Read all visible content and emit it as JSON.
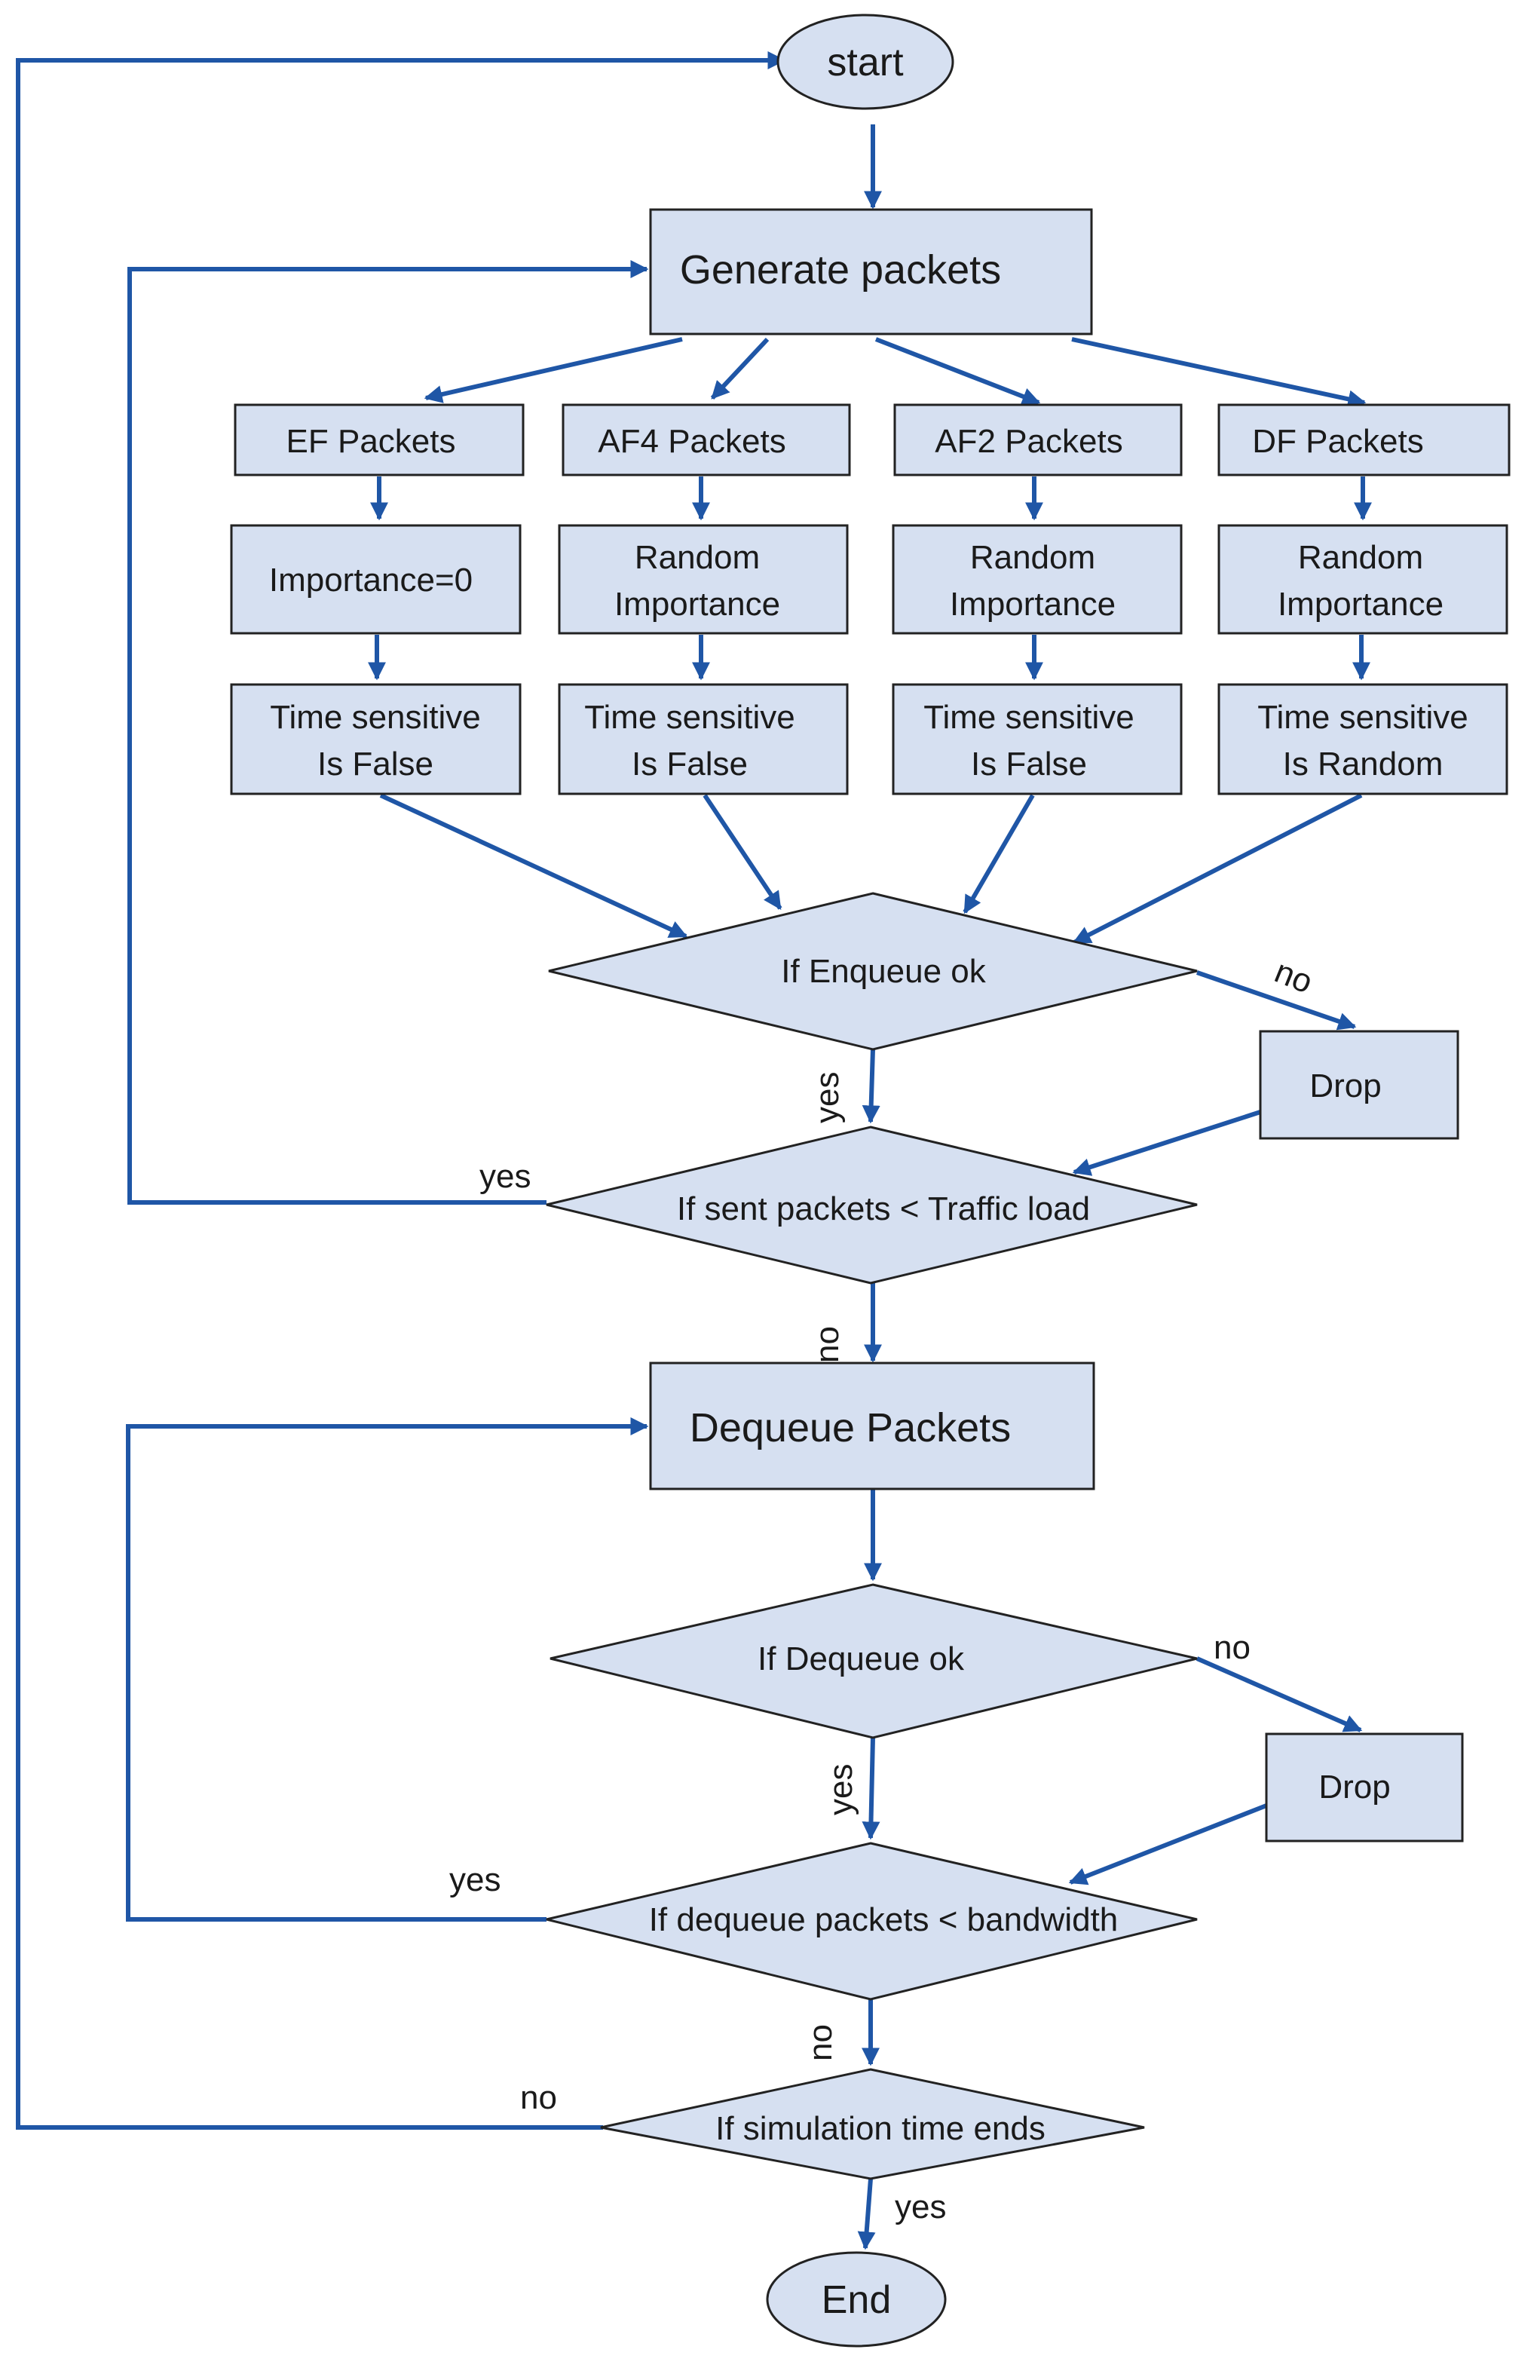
{
  "diagram": {
    "start": "start",
    "end": "End",
    "generate": "Generate packets",
    "columns": [
      {
        "packets": "EF Packets",
        "importance": [
          "Importance=0"
        ],
        "time": [
          "Time sensitive",
          "Is False"
        ]
      },
      {
        "packets": "AF4 Packets",
        "importance": [
          "Random",
          "Importance"
        ],
        "time": [
          "Time sensitive",
          "Is False"
        ]
      },
      {
        "packets": "AF2 Packets",
        "importance": [
          "Random",
          "Importance"
        ],
        "time": [
          "Time sensitive",
          "Is False"
        ]
      },
      {
        "packets": "DF Packets",
        "importance": [
          "Random",
          "Importance"
        ],
        "time": [
          "Time sensitive",
          "Is Random"
        ]
      }
    ],
    "enqueue_check": "If Enqueue ok",
    "drop": "Drop",
    "sent_check": "If sent packets < Traffic load",
    "dequeue": "Dequeue Packets",
    "dequeue_check": "If Dequeue ok",
    "bandwidth_check": "If dequeue packets < bandwidth",
    "simulation_check": "If simulation time ends",
    "edge_labels": {
      "yes": "yes",
      "no": "no"
    }
  },
  "colors": {
    "shape_fill": "#d6e0f1",
    "arrow": "#1f56a6",
    "outline": "#222222"
  }
}
